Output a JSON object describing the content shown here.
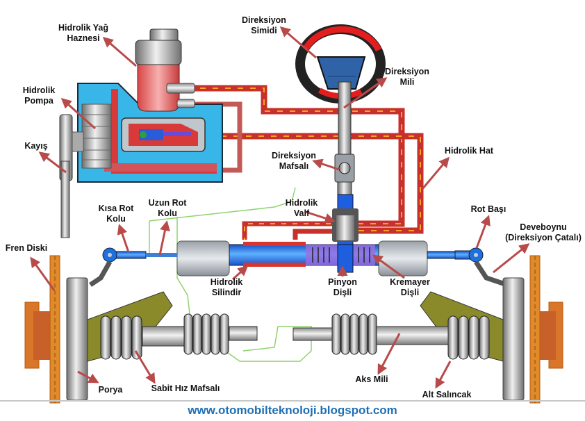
{
  "title": "Hidrolik Direksiyon Sistemi",
  "labels": {
    "hidrolik_yag_haznesi": [
      "Hidrolik Yağ",
      "Haznesi"
    ],
    "hidrolik_pompa": [
      "Hidrolik",
      "Pompa"
    ],
    "kayis": [
      "Kayış"
    ],
    "direksiyon_simidi": [
      "Direksiyon",
      "Simidi"
    ],
    "direksiyon_mili": [
      "Direksiyon",
      "Mili"
    ],
    "direksiyon_mafsali": [
      "Direksiyon",
      "Mafsalı"
    ],
    "hidrolik_hat": [
      "Hidrolik Hat"
    ],
    "hidrolik_valf": [
      "Hidrolik",
      "Valf"
    ],
    "kisa_rot_kolu": [
      "Kısa Rot",
      "Kolu"
    ],
    "uzun_rot_kolu": [
      "Uzun Rot",
      "Kolu"
    ],
    "rot_basi": [
      "Rot Başı"
    ],
    "deveboynu": [
      "Deveboynu",
      "(Direksiyon Çatalı)"
    ],
    "fren_diski": [
      "Fren Diski"
    ],
    "hidrolik_silindir": [
      "Hidrolik",
      "Silindir"
    ],
    "pinyon_disli": [
      "Pinyon",
      "Dişli"
    ],
    "kremayer_disli": [
      "Kremayer",
      "Dişli"
    ],
    "porya": [
      "Porya"
    ],
    "sabit_hiz_mafsali": [
      "Sabit Hız Mafsalı"
    ],
    "aks_mili": [
      "Aks Mili"
    ],
    "alt_salincak": [
      "Alt Salıncak"
    ]
  },
  "footer": {
    "url": "www.otomobilteknoloji.blogspot.com"
  },
  "colors": {
    "fluid_line": "#c8302c",
    "fluid_arrow": "#f5a623",
    "pump_body": "#38b6e8",
    "rack_blue": "#1e6fe0",
    "brake_disc": "#d9762a",
    "control_arm": "#8a8a2a",
    "leader_arrow": "#b94a4a",
    "footer_text": "#1f6fb5"
  }
}
